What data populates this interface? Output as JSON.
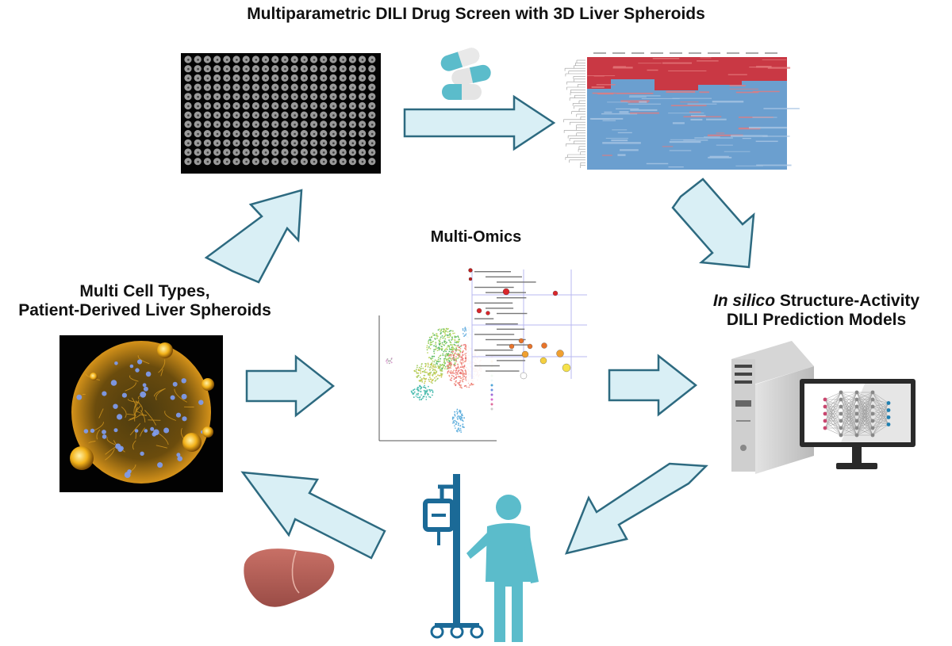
{
  "title": "Multiparametric DILI Drug Screen with 3D Liver Spheroids",
  "nodes": {
    "multiomics": {
      "label": "Multi-Omics"
    },
    "cell_types": {
      "line1": "Multi Cell Types,",
      "line2": "Patient-Derived Liver Spheroids"
    },
    "in_silico": {
      "italic": "In silico",
      "rest": " Structure-Activity",
      "line2": "DILI Prediction Models"
    }
  },
  "colors": {
    "arrow_fill": "#d9eff5",
    "arrow_stroke": "#2d6a80",
    "heatmap_red": "#d9262b",
    "heatmap_blue": "#6b9fcf",
    "patient": "#5bbccb",
    "iv_pole": "#1b6a97",
    "liver": "#b8625a",
    "spheroid_glow": "#f2b21a"
  },
  "icons": [
    "spheroid-plate-image",
    "capsule-icon",
    "heatmap-image",
    "umap-plot-image",
    "pathway-enrichment-plot-image",
    "spheroid-microscopy-image",
    "computer-tower-icon",
    "monitor-icon",
    "neural-network-icon",
    "iv-drip-icon",
    "patient-icon",
    "liver-icon"
  ]
}
